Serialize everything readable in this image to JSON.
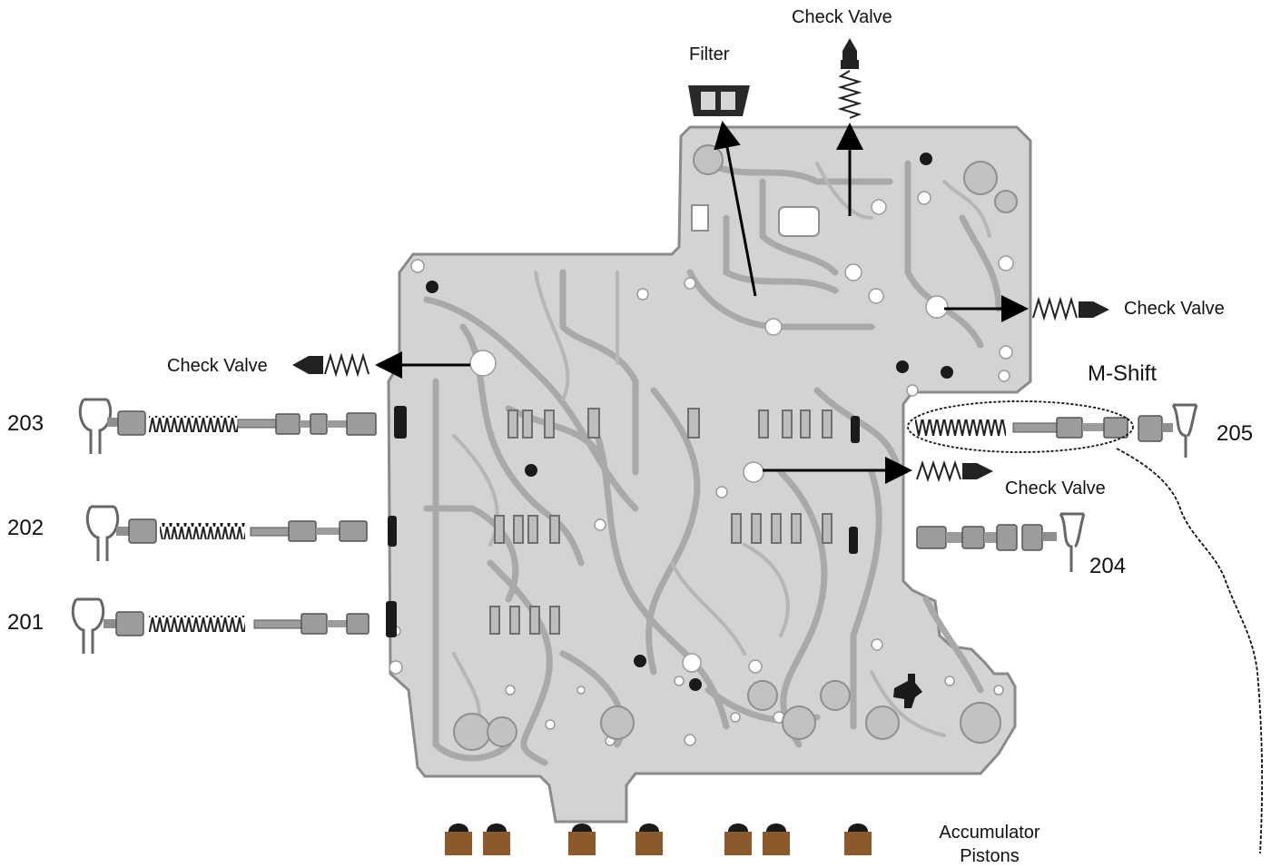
{
  "labels": {
    "check_valve_top": "Check Valve",
    "filter": "Filter",
    "check_valve_right_upper": "Check Valve",
    "check_valve_left": "Check Valve",
    "m_shift": "M-Shift",
    "check_valve_right_lower": "Check Valve",
    "valve_203": "203",
    "valve_202": "202",
    "valve_201": "201",
    "valve_205": "205",
    "valve_204": "204",
    "accumulator_line1": "Accumulator",
    "accumulator_line2": "Pistons"
  },
  "colors": {
    "plate": "#d3d3d3",
    "plate_edge": "#8a8a8a",
    "channel": "#a9a9a9",
    "spool": "#9a9a9a",
    "spring": "#222222",
    "check_ball": "#1a1a1a",
    "piston": "#8b5a2b",
    "arrow": "#000000"
  }
}
